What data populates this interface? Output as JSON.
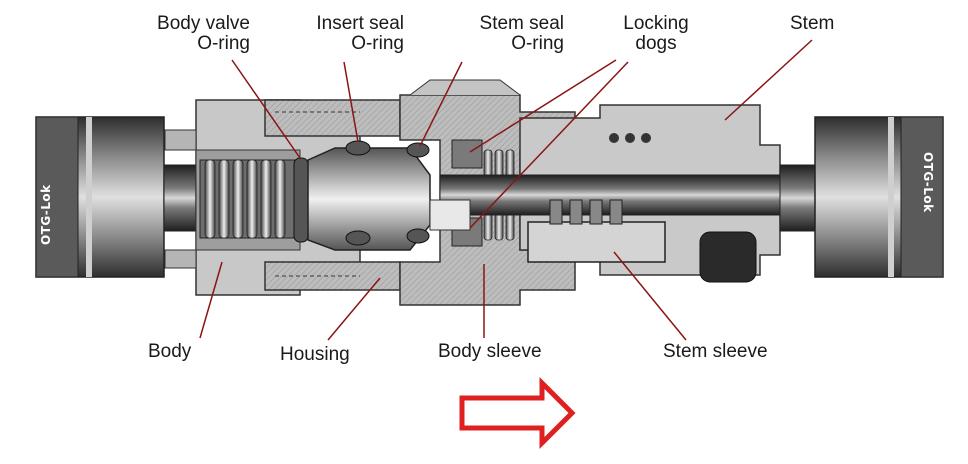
{
  "labels": {
    "body_valve_oring": [
      "Body valve",
      "O-ring"
    ],
    "insert_seal_oring": [
      "Insert seal",
      "O-ring"
    ],
    "stem_seal_oring": [
      "Stem seal",
      "O-ring"
    ],
    "locking_dogs": [
      "Locking",
      "dogs"
    ],
    "stem": "Stem",
    "body": "Body",
    "housing": "Housing",
    "body_sleeve": "Body sleeve",
    "stem_sleeve": "Stem sleeve"
  },
  "brand_mark": "OTG-Lok",
  "colors": {
    "arrow": "#e02020",
    "metal_dark": "#3a3a3a",
    "metal_mid": "#9a9a9a",
    "metal_light": "#cfcfcf",
    "leader": "#b01818"
  }
}
